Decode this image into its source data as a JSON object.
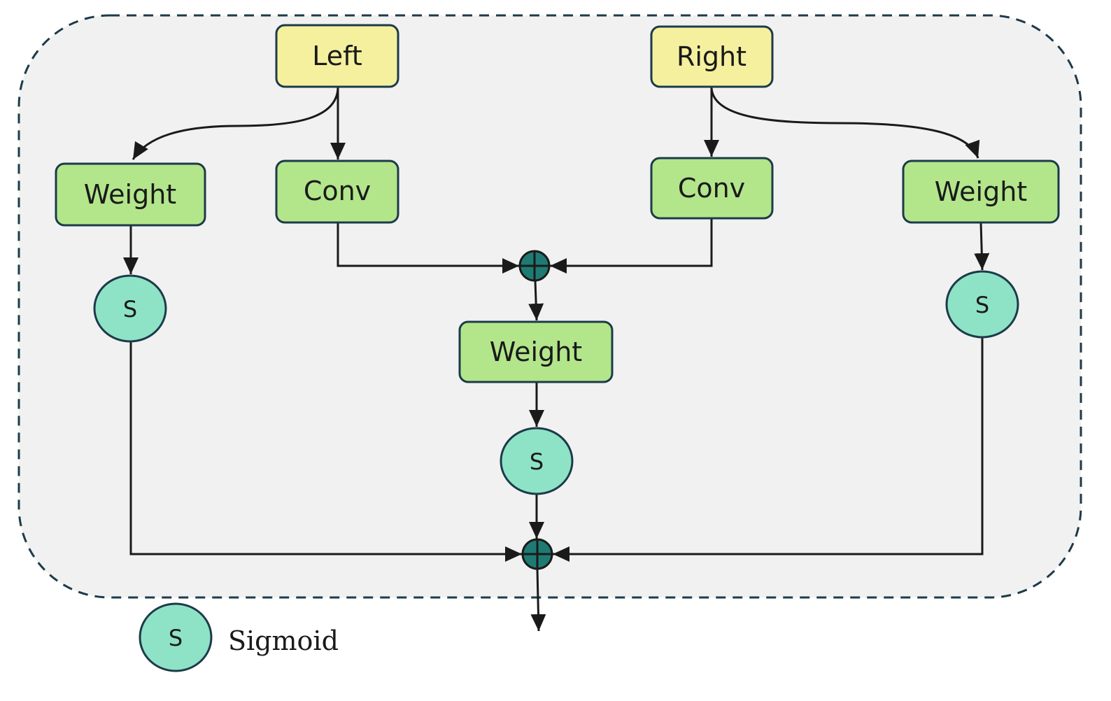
{
  "nodes": {
    "left_input": "Left",
    "right_input": "Right",
    "left_weight": "Weight",
    "left_conv": "Conv",
    "right_conv": "Conv",
    "right_weight": "Weight",
    "center_weight": "Weight",
    "sigmoid_left": "S",
    "sigmoid_center": "S",
    "sigmoid_right": "S"
  },
  "legend": {
    "symbol": "S",
    "label": "Sigmoid"
  },
  "colors": {
    "input_fill": "#f5f09e",
    "op_fill": "#b3e68b",
    "sigmoid_fill": "#8ee3c6",
    "sum_fill": "#1e7b74",
    "container_fill": "#f1f1f1",
    "container_border": "#1d3a4a"
  }
}
